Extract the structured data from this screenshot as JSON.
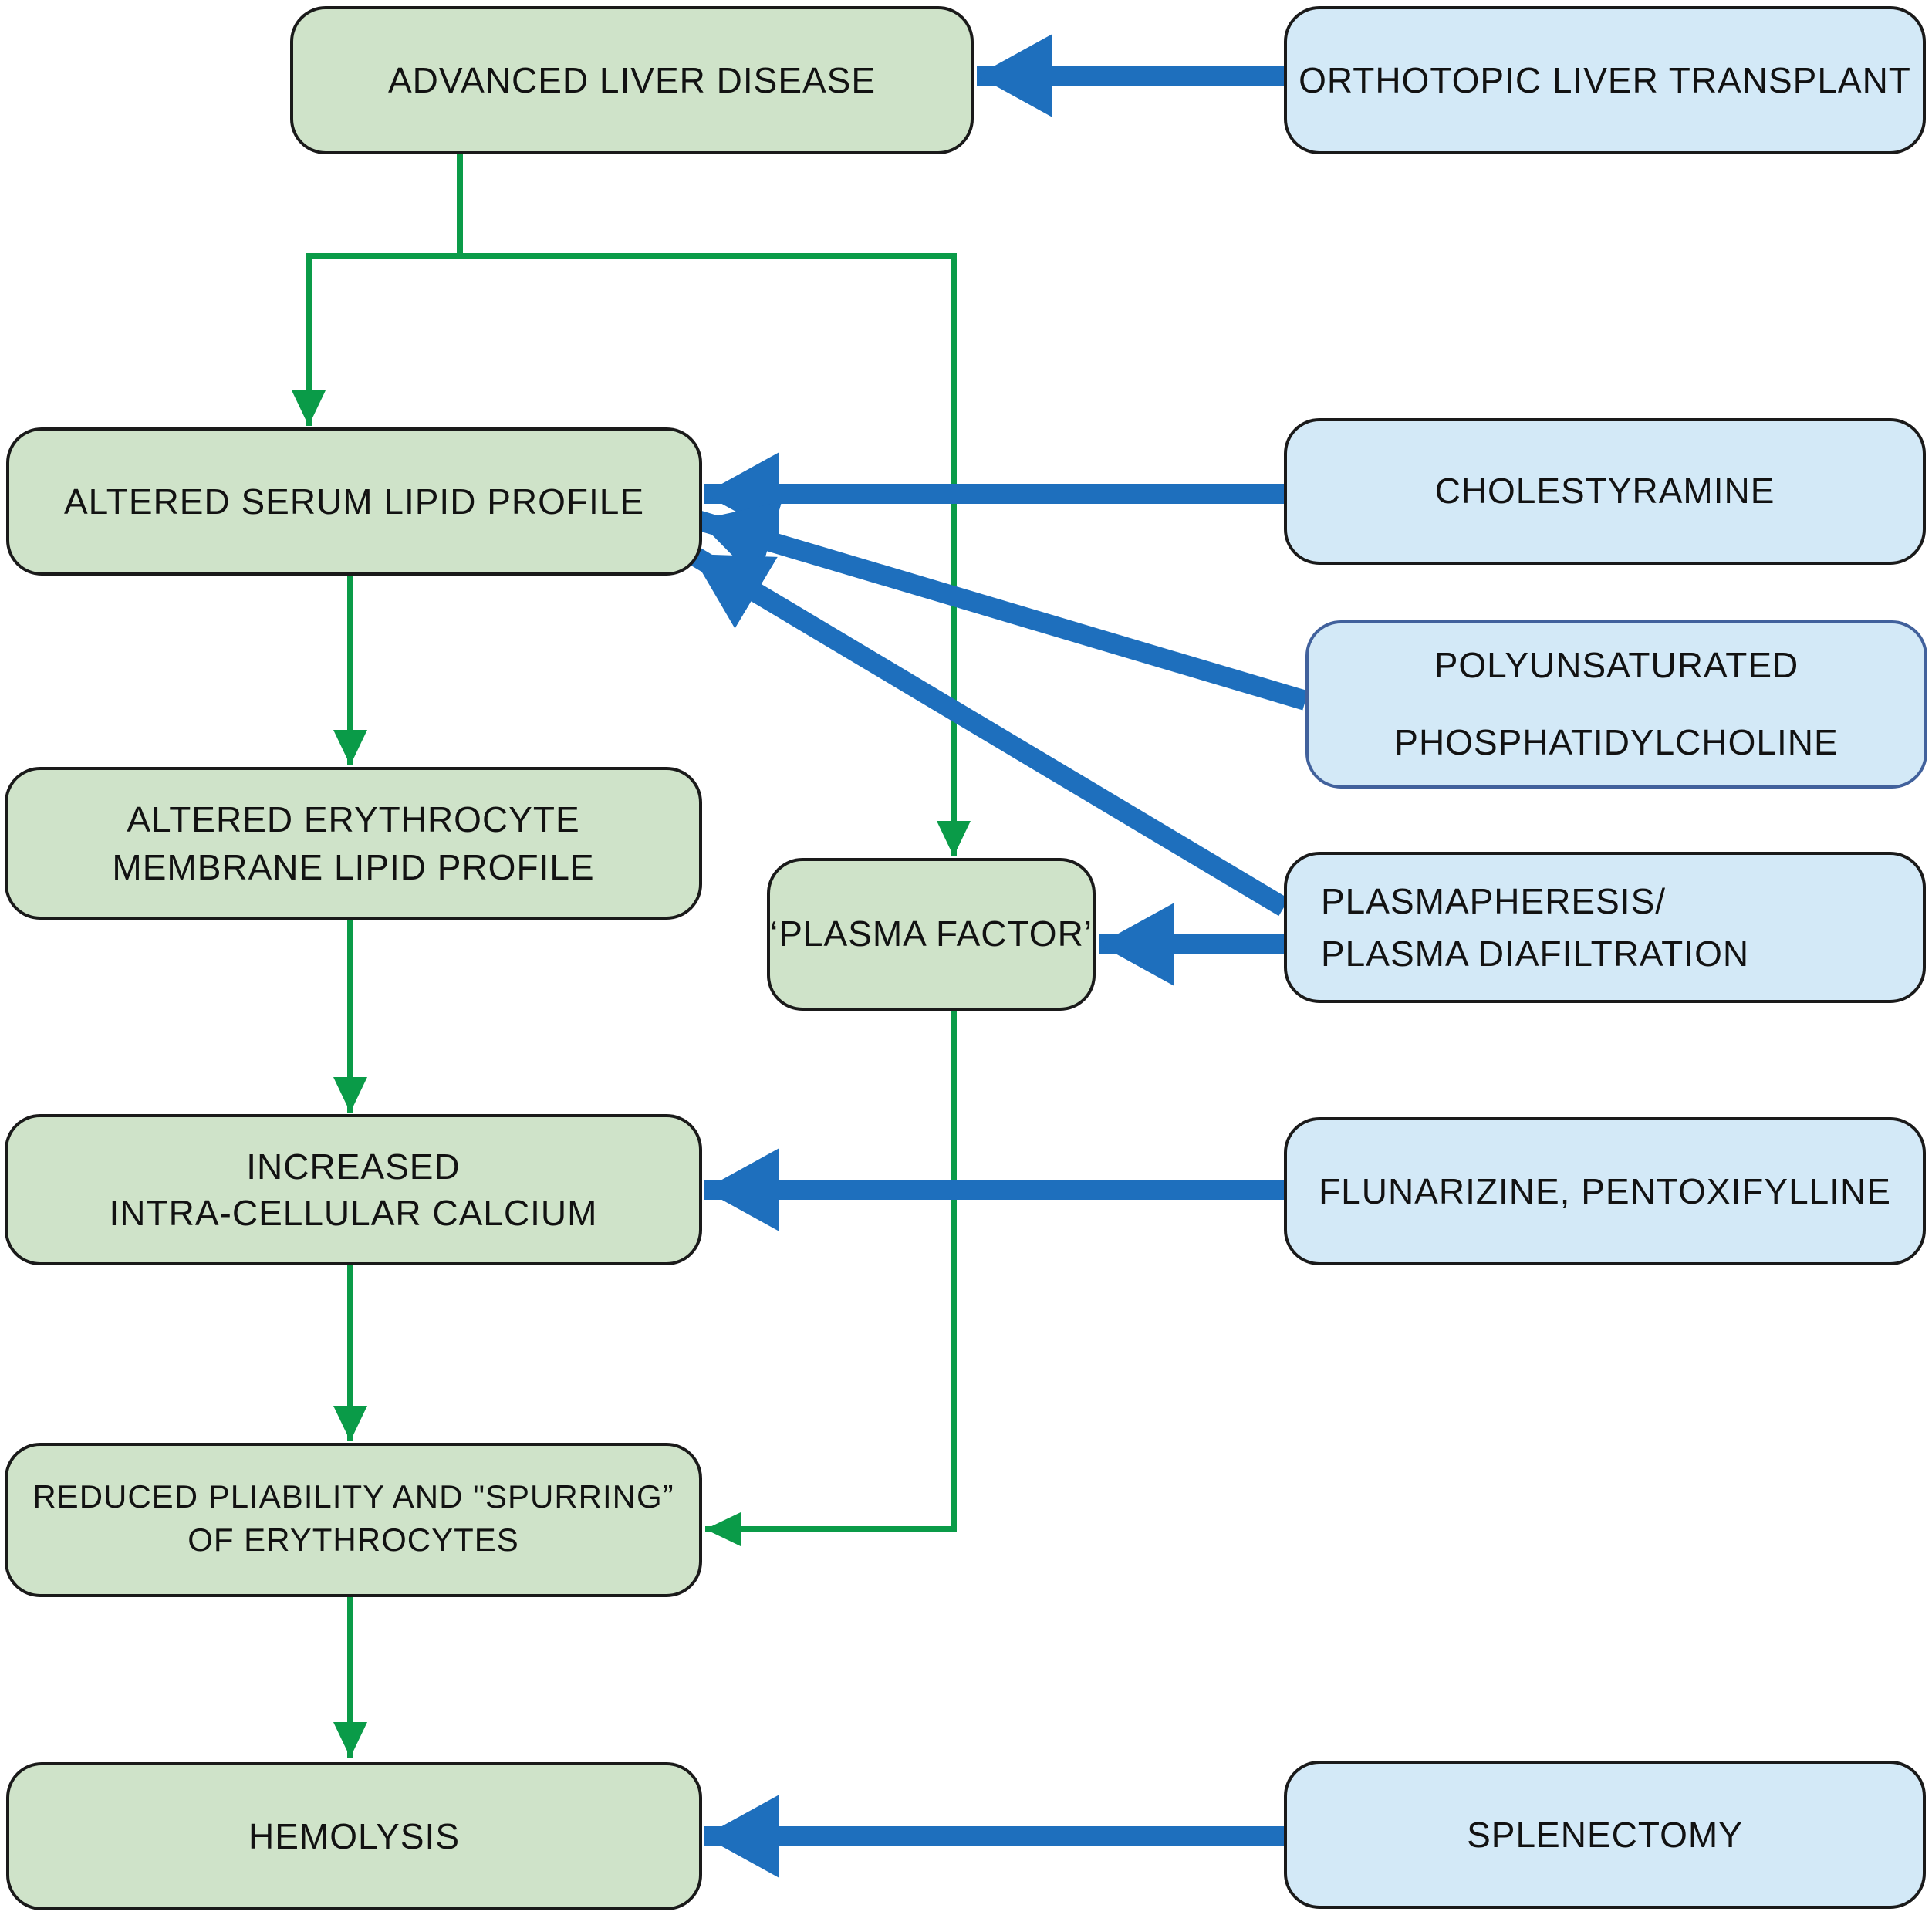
{
  "colors": {
    "green_arrow": "#0a9b48",
    "blue_arrow": "#1e6fbd",
    "green_box_fill": "#cfe3c9",
    "green_box_border": "#1a1a1a",
    "blue_box_fill": "#d3e9f7",
    "blue_box_border": "#1a1a1a",
    "poly_box_border": "#41619c",
    "text_color": "#121212"
  },
  "boxes": {
    "advanced_liver_disease": {
      "label": "ADVANCED LIVER DISEASE"
    },
    "altered_serum": {
      "label": "ALTERED SERUM LIPID PROFILE"
    },
    "altered_erythrocyte": {
      "line1": "ALTERED ERYTHROCYTE",
      "line2": "MEMBRANE LIPID PROFILE"
    },
    "plasma_factor": {
      "label": "‘PLASMA FACTOR’"
    },
    "increased_calcium": {
      "line1": "INCREASED",
      "line2": "INTRA-CELLULAR CALCIUM"
    },
    "reduced_pliability": {
      "line1": "REDUCED PLIABILITY AND \"SPURRING”",
      "line2": "OF ERYTHROCYTES"
    },
    "hemolysis": {
      "label": "HEMOLYSIS"
    },
    "orthotopic": {
      "label": "ORTHOTOPIC LIVER TRANSPLANT"
    },
    "cholestyramine": {
      "label": "CHOLESTYRAMINE"
    },
    "polyunsaturated": {
      "line1": "POLYUNSATURATED",
      "line2": "PHOSPHATIDYLCHOLINE"
    },
    "plasmapheresis": {
      "line1": "PLASMAPHERESIS/",
      "line2": "PLASMA DIAFILTRATION"
    },
    "flunarizine": {
      "label": "FLUNARIZINE, PENTOXIFYLLINE"
    },
    "splenectomy": {
      "label": "SPLENECTOMY"
    }
  },
  "edges": [
    {
      "from": "ORTHOTOPIC LIVER TRANSPLANT",
      "to": "ADVANCED LIVER DISEASE",
      "type": "treatment",
      "color": "blue"
    },
    {
      "from": "ADVANCED LIVER DISEASE",
      "to": "ALTERED SERUM LIPID PROFILE",
      "type": "pathway",
      "color": "green"
    },
    {
      "from": "ADVANCED LIVER DISEASE",
      "to": "‘PLASMA FACTOR’",
      "type": "pathway",
      "color": "green"
    },
    {
      "from": "ALTERED SERUM LIPID PROFILE",
      "to": "ALTERED ERYTHROCYTE MEMBRANE LIPID PROFILE",
      "type": "pathway",
      "color": "green"
    },
    {
      "from": "ALTERED ERYTHROCYTE MEMBRANE LIPID PROFILE",
      "to": "INCREASED INTRA-CELLULAR CALCIUM",
      "type": "pathway",
      "color": "green"
    },
    {
      "from": "INCREASED INTRA-CELLULAR CALCIUM",
      "to": "REDUCED PLIABILITY AND \"SPURRING” OF ERYTHROCYTES",
      "type": "pathway",
      "color": "green"
    },
    {
      "from": "‘PLASMA FACTOR’",
      "to": "REDUCED PLIABILITY AND \"SPURRING” OF ERYTHROCYTES",
      "type": "pathway",
      "color": "green"
    },
    {
      "from": "REDUCED PLIABILITY AND \"SPURRING” OF ERYTHROCYTES",
      "to": "HEMOLYSIS",
      "type": "pathway",
      "color": "green"
    },
    {
      "from": "CHOLESTYRAMINE",
      "to": "ALTERED SERUM LIPID PROFILE",
      "type": "treatment",
      "color": "blue"
    },
    {
      "from": "POLYUNSATURATED PHOSPHATIDYLCHOLINE",
      "to": "ALTERED SERUM LIPID PROFILE",
      "type": "treatment",
      "color": "blue"
    },
    {
      "from": "PLASMAPHERESIS/PLASMA DIAFILTRATION",
      "to": "ALTERED SERUM LIPID PROFILE",
      "type": "treatment",
      "color": "blue"
    },
    {
      "from": "PLASMAPHERESIS/PLASMA DIAFILTRATION",
      "to": "‘PLASMA FACTOR’",
      "type": "treatment",
      "color": "blue"
    },
    {
      "from": "FLUNARIZINE, PENTOXIFYLLINE",
      "to": "INCREASED INTRA-CELLULAR CALCIUM",
      "type": "treatment",
      "color": "blue"
    },
    {
      "from": "SPLENECTOMY",
      "to": "HEMOLYSIS",
      "type": "treatment",
      "color": "blue"
    }
  ]
}
